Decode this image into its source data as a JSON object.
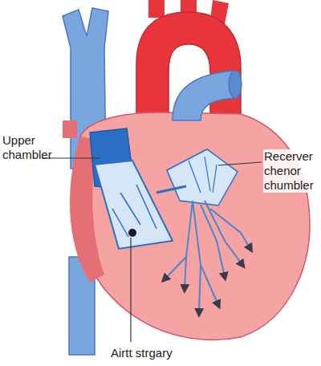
{
  "diagram": {
    "labels": [
      "Upper chambler",
      "Recerver chenor chumbler",
      "Airtt strgary"
    ]
  }
}
